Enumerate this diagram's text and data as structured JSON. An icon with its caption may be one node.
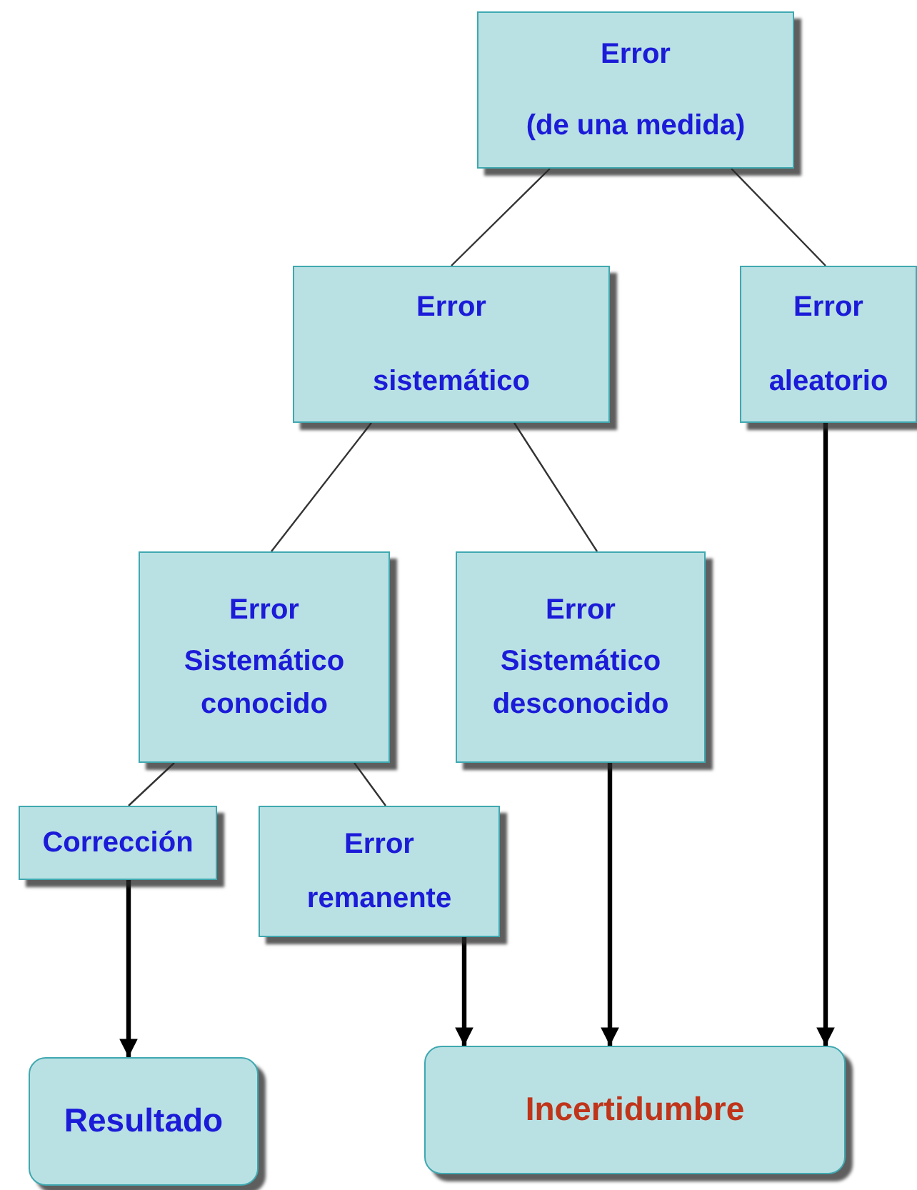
{
  "diagram": {
    "nodes": [
      {
        "text": [
          "Error",
          "(de una medida)"
        ]
      },
      {
        "text": [
          "Error",
          "sistemático"
        ]
      },
      {
        "text": [
          "Error",
          "aleatorio"
        ]
      },
      {
        "text": [
          "Error",
          "Sistemático conocido"
        ]
      },
      {
        "text": [
          "Error",
          "Sistemático desconocido"
        ]
      },
      {
        "text": [
          "Corrección"
        ]
      },
      {
        "text": [
          "Error",
          "remanente"
        ]
      },
      {
        "text": [
          "Resultado"
        ]
      },
      {
        "text": [
          "Incertidumbre"
        ]
      }
    ],
    "edges": [
      {
        "from": 0,
        "to": 1,
        "arrow": "none"
      },
      {
        "from": 0,
        "to": 2,
        "arrow": "none"
      },
      {
        "from": 1,
        "to": 3,
        "arrow": "none"
      },
      {
        "from": 1,
        "to": 4,
        "arrow": "none"
      },
      {
        "from": 3,
        "to": 5,
        "arrow": "none"
      },
      {
        "from": 3,
        "to": 6,
        "arrow": "none"
      },
      {
        "from": 5,
        "to": 7,
        "arrow": "to",
        "style": "thick"
      },
      {
        "from": 6,
        "to": 8,
        "arrow": "to",
        "style": "thick"
      },
      {
        "from": 4,
        "to": 8,
        "arrow": "to",
        "style": "thick"
      },
      {
        "from": 2,
        "to": 8,
        "arrow": "to",
        "style": "thick"
      }
    ]
  }
}
